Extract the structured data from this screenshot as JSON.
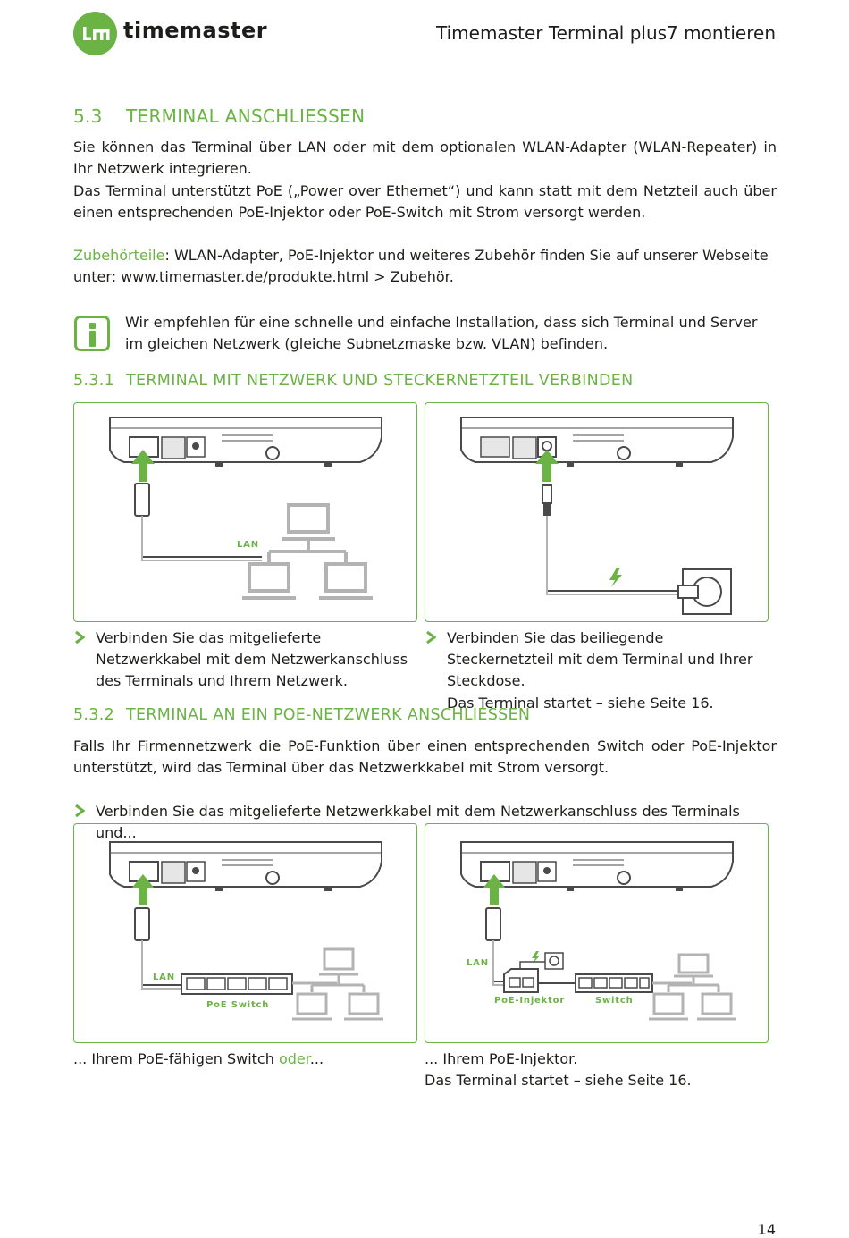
{
  "header": {
    "logo_text": "timemaster",
    "title": "Timemaster Terminal plus7 montieren"
  },
  "section": {
    "number": "5.3",
    "title": "TERMINAL ANSCHLIESSEN",
    "para1": "Sie können das Terminal über LAN oder mit dem optionalen WLAN-Adapter (WLAN-Repeater) in Ihr Netzwerk integrieren.",
    "para2": "Das Terminal unterstützt PoE („Power over Ethernet“) und kann statt mit dem Netzteil auch über einen entsprechenden PoE-Injektor oder PoE-Switch mit Strom versorgt werden.",
    "accessories_label": "Zubehörteile",
    "accessories_sep": ":",
    "accessories_text": " WLAN-Adapter, PoE-Injektor und weiteres Zubehör finden Sie auf unserer Webseite unter: www.timemaster.de/produkte.html > Zubehör.",
    "info_text": "Wir empfehlen für eine schnelle und einfache Installation, dass sich Terminal und Server im gleichen Netzwerk (gleiche Subnetzmaske bzw. VLAN) befinden."
  },
  "sub1": {
    "number": "5.3.1",
    "title": "TERMINAL MIT NETZWERK UND STECKERNETZTEIL VERBINDEN",
    "fig_left_label": "LAN",
    "bullet_left": "Verbinden Sie das mitgelieferte Netzwerkkabel mit dem Netzwerkanschluss des Terminals und Ihrem Netzwerk.",
    "bullet_right_line1": "Verbinden Sie das beiliegende Steckernetzteil mit dem Terminal und Ihrer Steckdose.",
    "bullet_right_line2": "Das Terminal startet – siehe Seite 16."
  },
  "sub2": {
    "number": "5.3.2",
    "title": "TERMINAL AN EIN POE-NETZWERK ANSCHLIESSEN",
    "para": "Falls Ihr Firmennetzwerk die PoE-Funktion über einen entsprechenden Switch oder PoE-Injektor unterstützt, wird das Terminal über das Netzwerkkabel mit Strom versorgt.",
    "bullet": "Verbinden Sie das mitgelieferte Netzwerkkabel mit dem Netzwerkanschluss des Terminals und...",
    "fig_left_lan": "LAN",
    "fig_left_switch": "PoE Switch",
    "fig_right_lan": "LAN",
    "fig_right_injector": "PoE-Injektor",
    "fig_right_switch": "Switch",
    "caption_left_pre": "... Ihrem PoE-fähigen Switch ",
    "caption_left_or": "oder",
    "caption_left_post": "...",
    "caption_right_line1": "... Ihrem PoE-Injektor.",
    "caption_right_line2": "Das Terminal startet – siehe Seite 16."
  },
  "footer": {
    "page_number": "14"
  },
  "colors": {
    "accent": "#6ab344",
    "text": "#1d1d1b",
    "drawing": "#4a4a4a",
    "drawing_light": "#b3b3b3"
  },
  "icons": [
    "logo-icon",
    "info-icon",
    "chevron-right-icon",
    "lightning-icon"
  ]
}
